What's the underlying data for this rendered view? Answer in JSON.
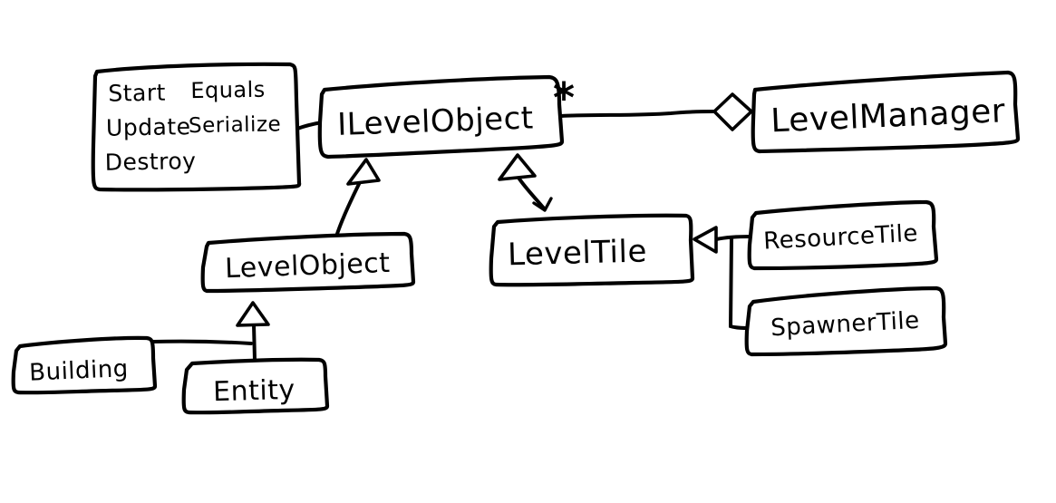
{
  "diagram": {
    "kind": "hand-drawn-uml-class-diagram",
    "background": "#ffffff",
    "ink": "#000000",
    "nodes": {
      "methods_note": {
        "col1": [
          "Start",
          "Update",
          "Destroy"
        ],
        "col2": [
          "Equals",
          "Serialize"
        ]
      },
      "ilevelobject": {
        "label": "ILevelObject"
      },
      "levelmanager": {
        "label": "LevelManager"
      },
      "levelobject": {
        "label": "LevelObject"
      },
      "leveltile": {
        "label": "LevelTile"
      },
      "resourcetile": {
        "label": "ResourceTile"
      },
      "spawnertile": {
        "label": "SpawnerTile"
      },
      "building": {
        "label": "Building"
      },
      "entity": {
        "label": "Entity"
      }
    },
    "edges": [
      {
        "from": "ILevelObject",
        "to": "LevelManager",
        "type": "aggregation",
        "multiplicity": "*"
      },
      {
        "from": "methods_note",
        "to": "ILevelObject",
        "type": "attachment"
      },
      {
        "from": "LevelObject",
        "to": "ILevelObject",
        "type": "generalization"
      },
      {
        "from": "LevelTile",
        "to": "ILevelObject",
        "type": "generalization"
      },
      {
        "from": "ResourceTile",
        "to": "LevelTile",
        "type": "generalization"
      },
      {
        "from": "SpawnerTile",
        "to": "LevelTile",
        "type": "generalization"
      },
      {
        "from": "Building",
        "to": "LevelObject",
        "type": "generalization"
      },
      {
        "from": "Entity",
        "to": "LevelObject",
        "type": "generalization"
      }
    ]
  }
}
